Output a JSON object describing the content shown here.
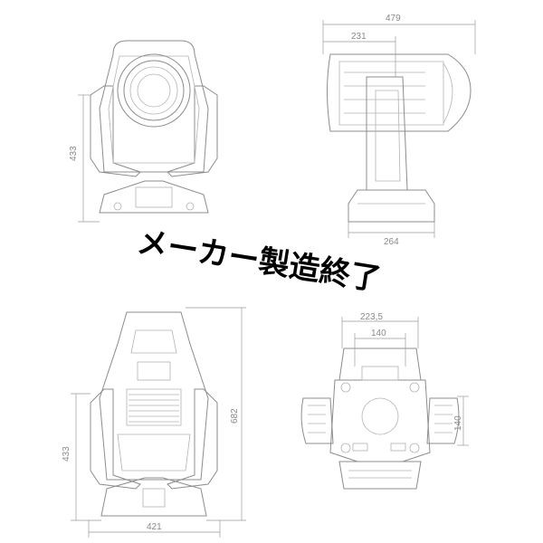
{
  "banner": "メーカー製造終了",
  "views": {
    "front": {
      "height_label": "433"
    },
    "side": {
      "total_width_label": "479",
      "head_width_label": "231",
      "base_width_label": "264"
    },
    "back": {
      "height_label": "433",
      "total_height_label": "682",
      "width_label": "421"
    },
    "bottom": {
      "width_label": "223,5",
      "inner_width_label": "140",
      "side_label": "140"
    }
  },
  "colors": {
    "line": "#8c8c8c",
    "banner": "#000000"
  }
}
